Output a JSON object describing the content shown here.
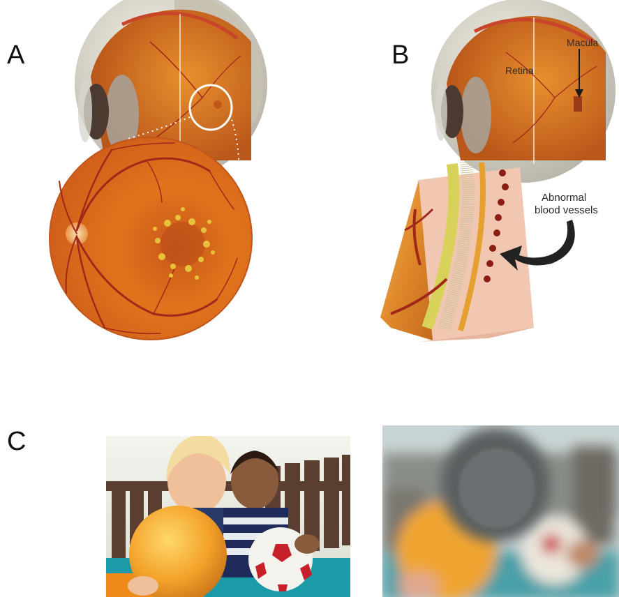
{
  "panels": {
    "a": {
      "letter": "A"
    },
    "b": {
      "letter": "B",
      "labels": {
        "macula": "Macula",
        "retina": "Retina",
        "abnormal_line1": "Abnormal",
        "abnormal_line2": "blood vessels"
      }
    },
    "c": {
      "letter": "C"
    }
  },
  "colors": {
    "retina_orange": "#e0741c",
    "vessel_red": "#a0281a",
    "drusen_yellow": "#e6c33a",
    "sclera": "#dcd8cc",
    "fence_brown": "#5a3e30"
  },
  "icons": [
    "eye-cross-section",
    "retina-fundus",
    "retina-tissue-block",
    "curved-arrow",
    "children-photo",
    "blurred-children-photo"
  ]
}
